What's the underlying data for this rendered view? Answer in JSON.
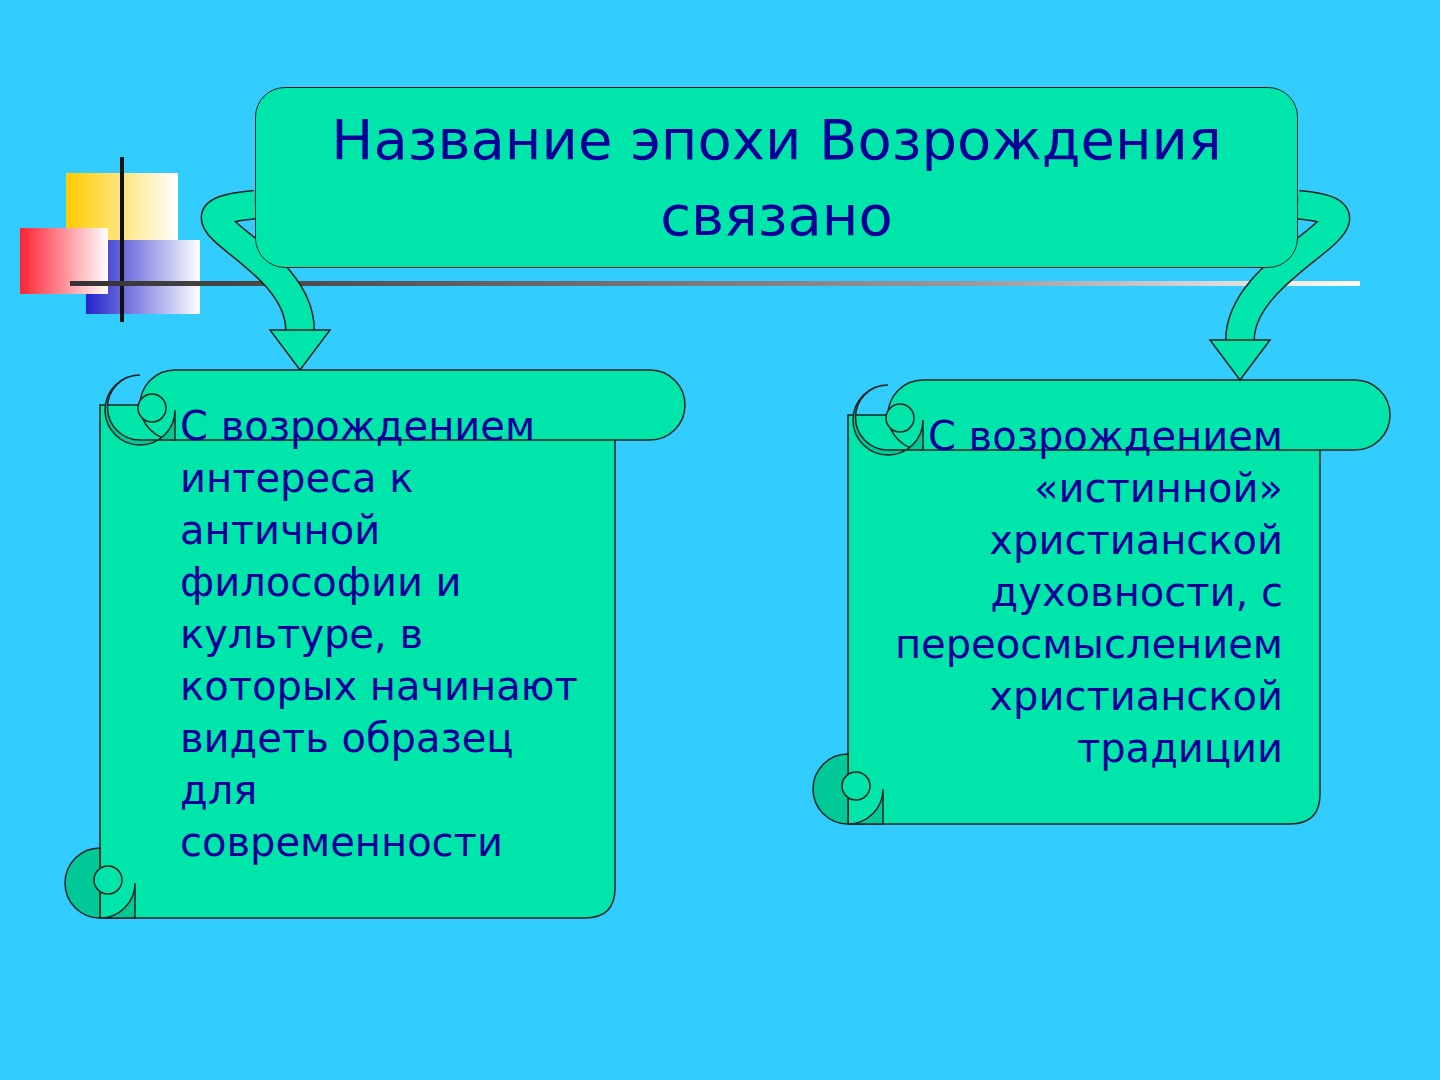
{
  "diagram": {
    "nodes": [
      {
        "text": [
          "Название эпохи Возрождения связано"
        ]
      },
      {
        "text": [
          "С возрождением интереса к античной философии и культуре, в которых начинают видеть образец для современности"
        ]
      },
      {
        "text": [
          "С возрождением «истинной» христианской духовности, с переосмыслением христианской традиции"
        ]
      }
    ],
    "edges": [
      {
        "from": 0,
        "to": 1,
        "arrow": "to"
      },
      {
        "from": 0,
        "to": 2,
        "arrow": "to"
      }
    ]
  }
}
